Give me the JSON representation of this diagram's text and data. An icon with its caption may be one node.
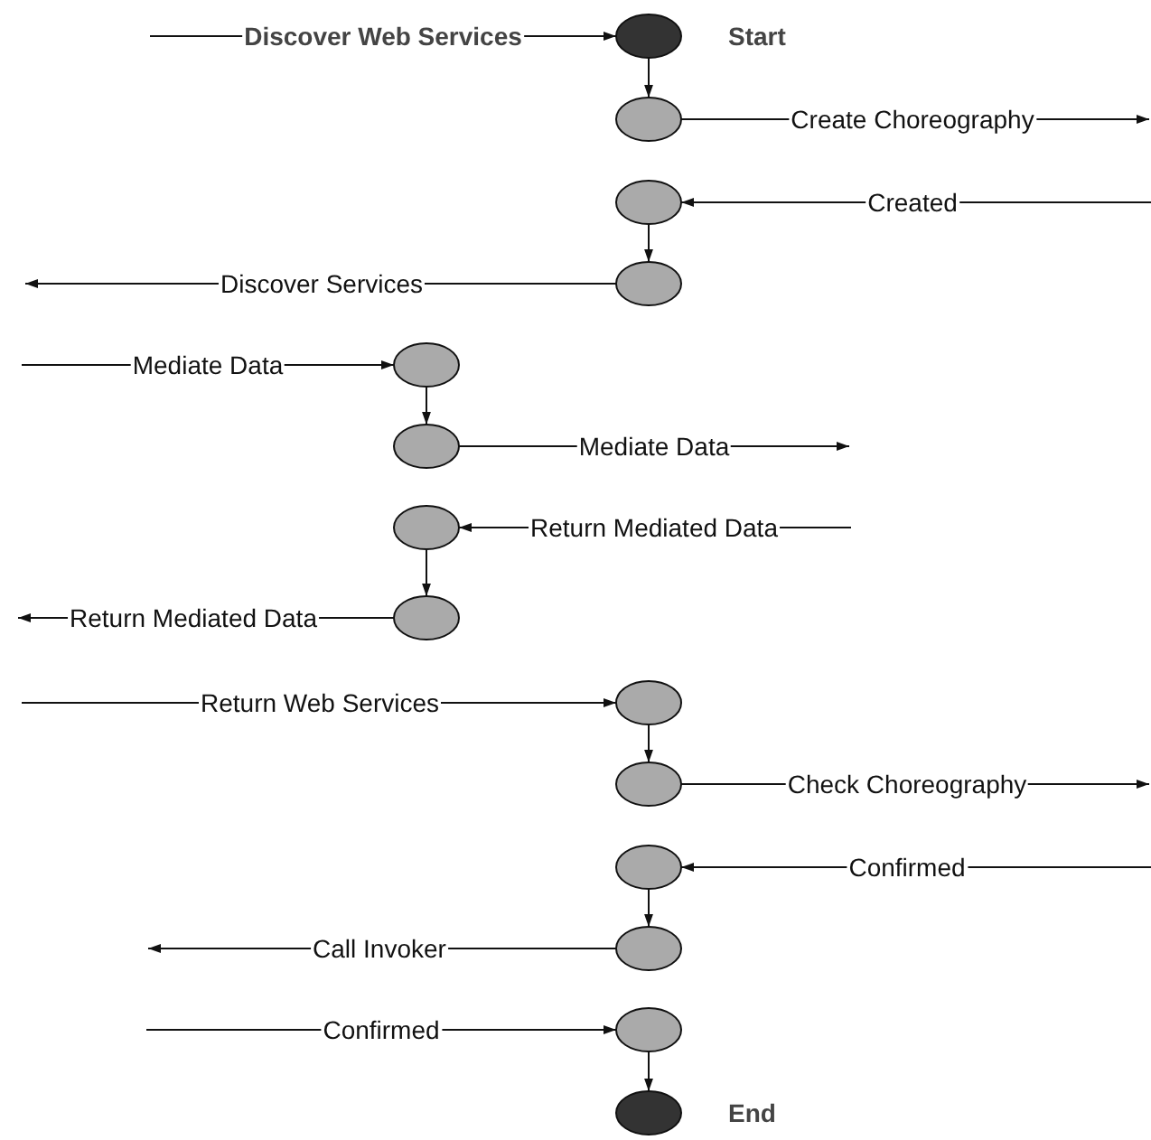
{
  "diagram": {
    "nodes": [
      {
        "text": [],
        "shape": "ellipse",
        "beside": [
          "Start"
        ]
      },
      {
        "text": [],
        "shape": "ellipse"
      },
      {
        "text": [],
        "shape": "ellipse"
      },
      {
        "text": [],
        "shape": "ellipse"
      },
      {
        "text": [],
        "shape": "ellipse"
      },
      {
        "text": [],
        "shape": "ellipse"
      },
      {
        "text": [],
        "shape": "ellipse"
      },
      {
        "text": [],
        "shape": "ellipse"
      },
      {
        "text": [],
        "shape": "ellipse"
      },
      {
        "text": [],
        "shape": "ellipse"
      },
      {
        "text": [],
        "shape": "ellipse"
      },
      {
        "text": [],
        "shape": "ellipse"
      },
      {
        "text": [],
        "shape": "ellipse"
      },
      {
        "text": [],
        "shape": "ellipse",
        "beside": [
          "End"
        ]
      }
    ],
    "edges": [
      {
        "from": null,
        "to": 0,
        "arrow": "to",
        "label": "Discover Web Services"
      },
      {
        "from": 0,
        "to": 1,
        "arrow": "to"
      },
      {
        "from": 1,
        "to": null,
        "arrow": "to",
        "label": "Create Choreography"
      },
      {
        "from": null,
        "to": 2,
        "arrow": "to",
        "label": "Created"
      },
      {
        "from": 2,
        "to": 3,
        "arrow": "to"
      },
      {
        "from": 3,
        "to": null,
        "arrow": "to",
        "label": "Discover Services"
      },
      {
        "from": null,
        "to": 4,
        "arrow": "to",
        "label": "Mediate Data"
      },
      {
        "from": 4,
        "to": 5,
        "arrow": "to"
      },
      {
        "from": 5,
        "to": null,
        "arrow": "to",
        "label": "Mediate Data"
      },
      {
        "from": null,
        "to": 6,
        "arrow": "to",
        "label": "Return Mediated Data"
      },
      {
        "from": 6,
        "to": 7,
        "arrow": "to"
      },
      {
        "from": 7,
        "to": null,
        "arrow": "to",
        "label": "Return Mediated Data"
      },
      {
        "from": null,
        "to": 8,
        "arrow": "to",
        "label": "Return Web Services"
      },
      {
        "from": 8,
        "to": 9,
        "arrow": "to"
      },
      {
        "from": 9,
        "to": null,
        "arrow": "to",
        "label": "Check Choreography"
      },
      {
        "from": null,
        "to": 10,
        "arrow": "to",
        "label": "Confirmed"
      },
      {
        "from": 10,
        "to": 11,
        "arrow": "to"
      },
      {
        "from": 11,
        "to": null,
        "arrow": "to",
        "label": "Call Invoker"
      },
      {
        "from": null,
        "to": 12,
        "arrow": "to",
        "label": "Confirmed"
      },
      {
        "from": 12,
        "to": 13,
        "arrow": "to"
      }
    ]
  }
}
